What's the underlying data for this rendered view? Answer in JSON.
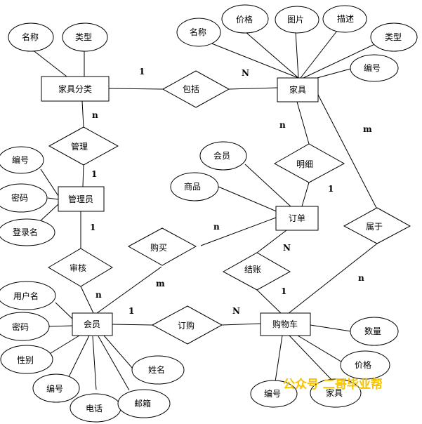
{
  "entities": {
    "furniture_category": "家具分类",
    "furniture": "家具",
    "admin": "管理员",
    "order": "订单",
    "member": "会员",
    "cart": "购物车"
  },
  "relationships": {
    "contains": "包括",
    "manage": "管理",
    "order_detail": "明细",
    "belongs_to": "属于",
    "purchase": "购买",
    "review": "审核",
    "checkout": "结账",
    "place_order": "订购"
  },
  "attributes": {
    "category_name": "名称",
    "category_type": "类型",
    "furniture_name": "名称",
    "furniture_price": "价格",
    "furniture_image": "图片",
    "furniture_desc": "描述",
    "furniture_type": "类型",
    "furniture_id": "编号",
    "admin_id": "编号",
    "admin_password": "密码",
    "admin_login": "登录名",
    "order_member": "会员",
    "order_goods": "商品",
    "member_username": "用户名",
    "member_password": "密码",
    "member_gender": "性别",
    "member_id": "编号",
    "member_phone": "电话",
    "member_email": "邮箱",
    "member_name": "姓名",
    "cart_qty": "数量",
    "cart_price": "价格",
    "cart_furniture": "家具",
    "cart_id": "编号"
  },
  "cardinalities": {
    "cat_contains": "1",
    "furn_contains": "N",
    "cat_manage": "n",
    "admin_manage": "1",
    "furn_detail": "n",
    "order_detail": "1",
    "furn_belongs": "m",
    "cart_belongs": "n",
    "order_purchase": "n",
    "member_purchase": "m",
    "admin_review": "1",
    "member_review": "n",
    "order_checkout": "N",
    "cart_checkout": "1",
    "member_place": "1",
    "cart_place": "N"
  },
  "watermark": "公众号 二哥毕业帮"
}
